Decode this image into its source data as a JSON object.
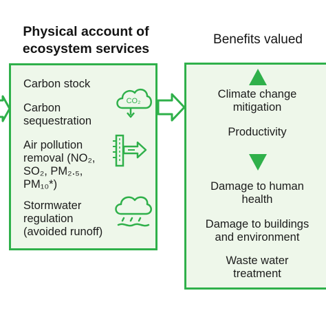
{
  "headings": {
    "left": "Physical account of ecosystem services",
    "right": "Benefits valued"
  },
  "services": [
    {
      "label": "Carbon stock"
    },
    {
      "label": "Carbon sequestration"
    },
    {
      "label_lines": [
        "Air pollution",
        "removal (NO₂,",
        "SO₂, PM₂.₅,",
        "PM₁₀*)"
      ]
    },
    {
      "label_lines": [
        "Stormwater",
        "regulation",
        "(avoided runoff)"
      ]
    }
  ],
  "icons": {
    "co2_text": "CO₂"
  },
  "benefits": [
    {
      "label": "Climate change mitigation",
      "indicator": "increase"
    },
    {
      "label": "Productivity",
      "indicator": "none"
    },
    {
      "label": "Damage to human health",
      "indicator": "decrease"
    },
    {
      "label": "Damage to buildings and environment",
      "indicator": "none"
    },
    {
      "label": "Waste water treatment",
      "indicator": "none"
    }
  ],
  "colors": {
    "accent": "#2fb04a",
    "box_fill": "#eef7ea",
    "text": "#1c1c1c"
  }
}
